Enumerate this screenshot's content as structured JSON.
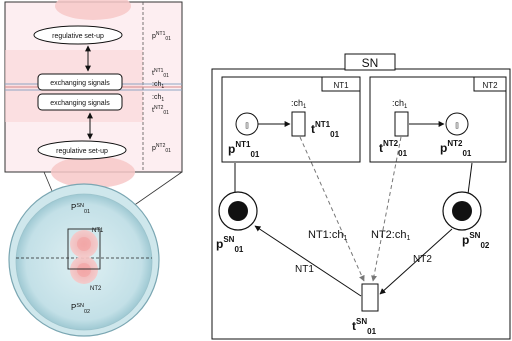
{
  "zoom_panel": {
    "top_box": "regulative set-up",
    "mid_box_1": "exchanging signals",
    "mid_box_2": "exchanging signals",
    "bottom_box": "regulative set-up",
    "right_labels": {
      "p_nt1": {
        "base": "p",
        "sup": "NT1",
        "sub": "01"
      },
      "t_nt1": {
        "base": "t",
        "sup": "NT1",
        "sub": "01"
      },
      "ch1_a": ":ch",
      "ch1_a_sub": "1",
      "ch1_b": ":ch",
      "ch1_b_sub": "1",
      "t_nt2": {
        "base": "t",
        "sup": "NT2",
        "sub": "01"
      },
      "p_nt2": {
        "base": "p",
        "sup": "NT2",
        "sub": "01"
      }
    }
  },
  "dish": {
    "p_sn01": {
      "base": "P",
      "sup": "SN",
      "sub": "01"
    },
    "p_sn02": {
      "base": "P",
      "sup": "SN",
      "sub": "02"
    },
    "nt1": "NT1",
    "nt2": "NT2"
  },
  "net": {
    "outer_title": "SN",
    "nt1_title": "NT1",
    "nt2_title": "NT2",
    "ch1_left": ":ch",
    "ch1_left_sub": "1",
    "ch1_right": ":ch",
    "ch1_right_sub": "1",
    "token_left": "[]",
    "token_right": "[]",
    "t_nt1": {
      "base": "t",
      "sup": "NT1",
      "sub": "01"
    },
    "p_nt1": {
      "base": "p",
      "sup": "NT1",
      "sub": "01"
    },
    "t_nt2": {
      "base": "t",
      "sup": "NT2",
      "sub": "01"
    },
    "p_nt2": {
      "base": "p",
      "sup": "NT2",
      "sub": "01"
    },
    "p_sn01": {
      "base": "p",
      "sup": "SN",
      "sub": "01"
    },
    "p_sn02": {
      "base": "p",
      "sup": "SN",
      "sub": "02"
    },
    "t_sn01": {
      "base": "t",
      "sup": "SN",
      "sub": "01"
    },
    "arc_nt1_label": "NT1:ch",
    "arc_nt1_label_sub": "1",
    "arc_nt2_label": "NT2:ch",
    "arc_nt2_label_sub": "1",
    "arc_left_label": "NT1",
    "arc_right_label": "NT2"
  }
}
